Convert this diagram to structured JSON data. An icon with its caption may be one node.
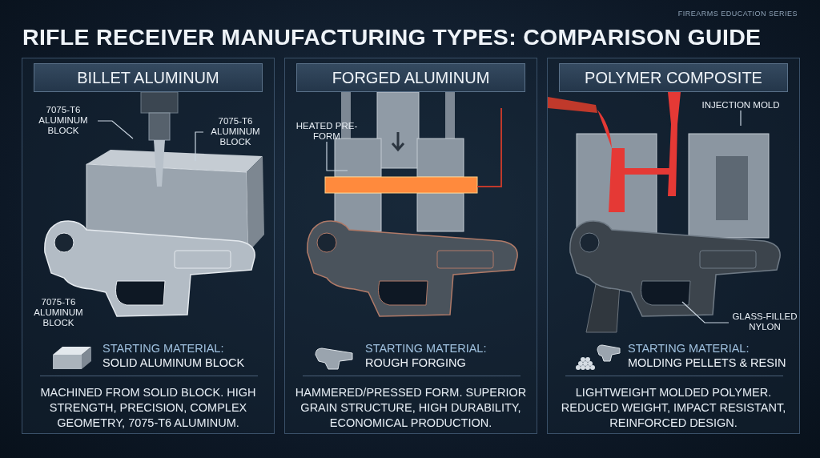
{
  "diagram": {
    "title": "RIFLE RECEIVER MANUFACTURING TYPES: COMPARISON GUIDE",
    "nodes": [
      {
        "text": [
          "BILLET ALUMINUM",
          "MACHINED FROM SOLID BLOCK. HIGH STRENGTH, PRECISION, COMPLEX GEOMETRY, 7075-T6 ALUMINUM."
        ]
      },
      {
        "text": [
          "7075-T6 ALUMINUM BLOCK"
        ],
        "in": 0
      },
      {
        "text": [
          "7075-T6 ALUMINUM BLOCK"
        ],
        "in": 0
      },
      {
        "text": [
          "STARTING MATERIAL:",
          "SOLID ALUMINUM BLOCK"
        ],
        "in": 0
      },
      {
        "text": [
          "FORGED ALUMINUM",
          "HAMMERED/PRESSED FORM. SUPERIOR GRAIN STRUCTURE, HIGH DURABILITY, ECONOMICAL PRODUCTION."
        ]
      },
      {
        "text": [
          "HEATED PRE-FORM"
        ],
        "in": 4
      },
      {
        "text": [
          "STARTING MATERIAL:",
          "ROUGH FORGING"
        ],
        "in": 4
      },
      {
        "text": [
          "POLYMER COMPOSITE",
          "LIGHTWEIGHT MOLDED POLYMER. REDUCED WEIGHT, IMPACT RESISTANT, REINFORCED DESIGN."
        ]
      },
      {
        "text": [
          "INJECTION MOLD"
        ],
        "in": 7
      },
      {
        "text": [
          "GLASS-FILLED NYLON"
        ],
        "in": 7
      },
      {
        "text": [
          "STARTING MATERIAL:",
          "MOLDING PELLETS & RESIN"
        ],
        "in": 7
      }
    ],
    "edges": [
      {
        "from": 1,
        "to": null,
        "arrow": "none"
      },
      {
        "from": 2,
        "to": null,
        "arrow": "none"
      },
      {
        "from": 5,
        "to": null,
        "arrow": "none"
      },
      {
        "from": 8,
        "to": null,
        "arrow": "none"
      },
      {
        "from": 9,
        "to": null,
        "arrow": "none"
      }
    ],
    "labels": [
      "FIREARMS EDUCATION SERIES",
      "7075-T6 ALUMINUM BLOCK"
    ]
  }
}
